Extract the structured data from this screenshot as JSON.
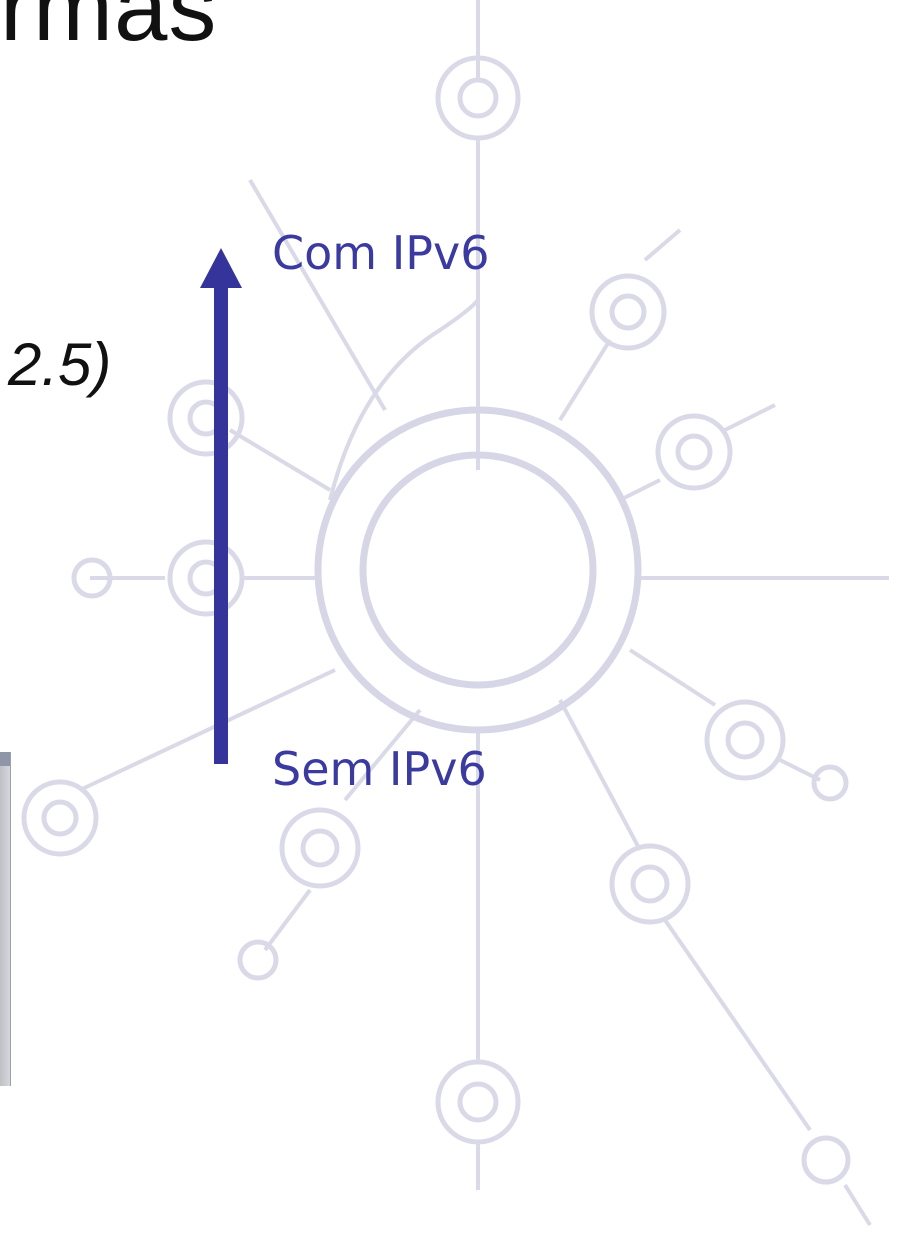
{
  "title_fragment": "rmas",
  "subtitle_fragment": "2.5)",
  "arrow": {
    "top_label": "Com IPv6",
    "bottom_label": "Sem IPv6",
    "color": "#34349a"
  },
  "background": {
    "watermark_color": "#d8d8e8",
    "icon": "network-six-watermark-icon"
  },
  "label_color": "#3a3aa0"
}
